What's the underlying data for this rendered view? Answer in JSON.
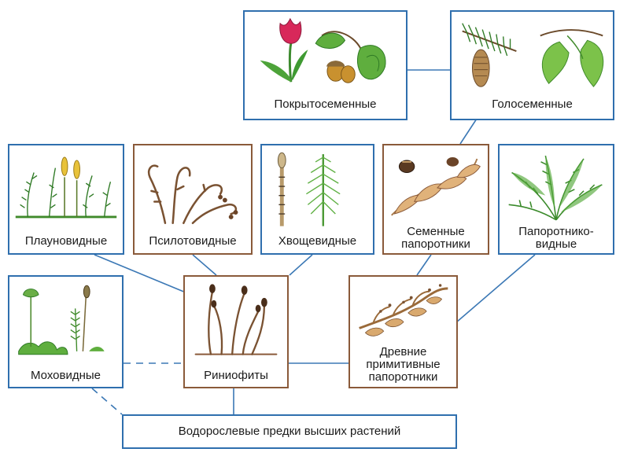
{
  "diagram": {
    "nodes": {
      "angiosperms": "Покрытосеменные",
      "gymnosperms": "Голосеменные",
      "lycopsids": "Плауновидные",
      "psilotopsids": "Псилотовидные",
      "horsetails": "Хвощевидные",
      "seed_ferns": [
        "Семенные",
        "папоротники"
      ],
      "ferns": [
        "Папоротнико-",
        "видные"
      ],
      "mosses": "Моховидные",
      "rhyniophytes": "Риниофиты",
      "ancient_ferns": [
        "Древние",
        "примитивные",
        "папоротники"
      ],
      "algal_ancestors": "Водорослевые предки высших растений"
    },
    "colors": {
      "border_blue": "#2f6fae",
      "border_brown": "#8a5a3a",
      "line": "#3b78b5",
      "text": "#1a1a1a"
    },
    "icons": [
      "tulip-icon",
      "oak-acorn-icon",
      "pine-cone-icon",
      "ginkgo-leaf-icon",
      "clubmoss-icon",
      "psilotum-icon",
      "horsetail-icon",
      "seed-fern-icon",
      "fern-icon",
      "moss-icon",
      "rhynia-icon",
      "ancient-fern-icon"
    ]
  }
}
